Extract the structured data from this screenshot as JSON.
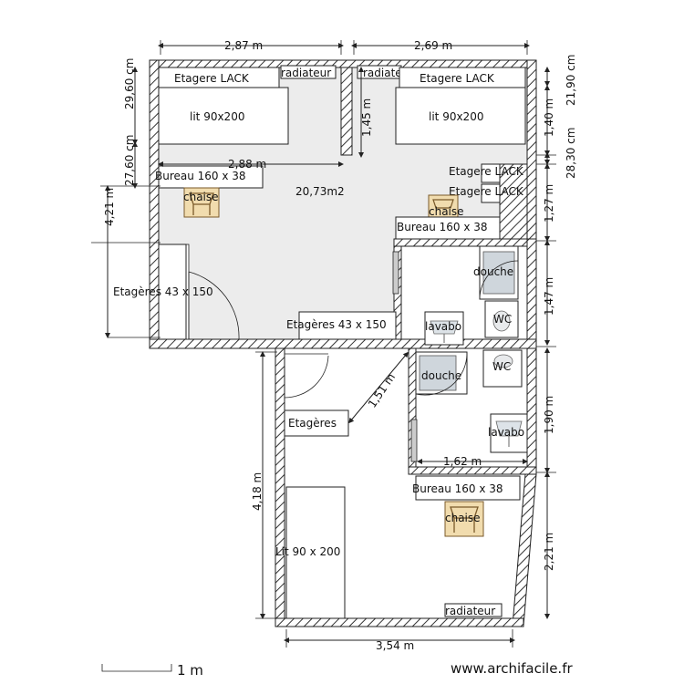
{
  "dimensions": {
    "top_left_width": "2,87 m",
    "top_right_width": "2,69 m",
    "inner_width": "2,88 m",
    "partition_height": "1,45 m",
    "left_top_29": "29,60 cm",
    "left_top_27": "27,60 cm",
    "left_height_421": "4,21 m",
    "right_2190": "21,90 cm",
    "right_140": "1,40 m",
    "right_2830": "28,30 cm",
    "right_127": "1,27 m",
    "right_147": "1,47 m",
    "right_190": "1,90 m",
    "right_221": "2,21 m",
    "diag_151": "1,51 m",
    "bath2_width": "1,62 m",
    "bottom_height_418": "4,18 m",
    "bottom_width": "3,54 m"
  },
  "labels": {
    "area": "20,73m2",
    "shelf_lack_left": "Etagere LACK",
    "shelf_lack_right": "Etagere LACK",
    "radiator_left": "radiateur",
    "radiator_right": "radiate",
    "bed_left": "lit 90x200",
    "bed_right": "lit 90x200",
    "desk_left": "Bureau 160 x 38",
    "chair_left": "chaise",
    "shelf_lack_small_1": "Etagere LACK",
    "shelf_lack_small_2": "Etagere LACK",
    "chair_right": "chaise",
    "desk_right": "Bureau 160 x 38",
    "shelves_left": "Etagères 43 x 150",
    "shelves_mid": "Etagères 43 x 150",
    "shower_1": "douche",
    "wc_1": "WC",
    "sink_1": "lavabo",
    "shower_2": "douche",
    "wc_2": "WC",
    "sink_2": "lavabo",
    "shelves_bottom": "Etagères",
    "desk_bottom": "Bureau 160 x 38",
    "chair_bottom": "chaise",
    "bed_bottom": "Lit 90 x 200",
    "radiator_bottom": "radiateur"
  },
  "footer": {
    "scale_label": "1 m",
    "watermark": "www.archifacile.fr"
  },
  "colors": {
    "floor": "#ececec",
    "wall_outline": "#222222",
    "hatch": "#333333"
  }
}
